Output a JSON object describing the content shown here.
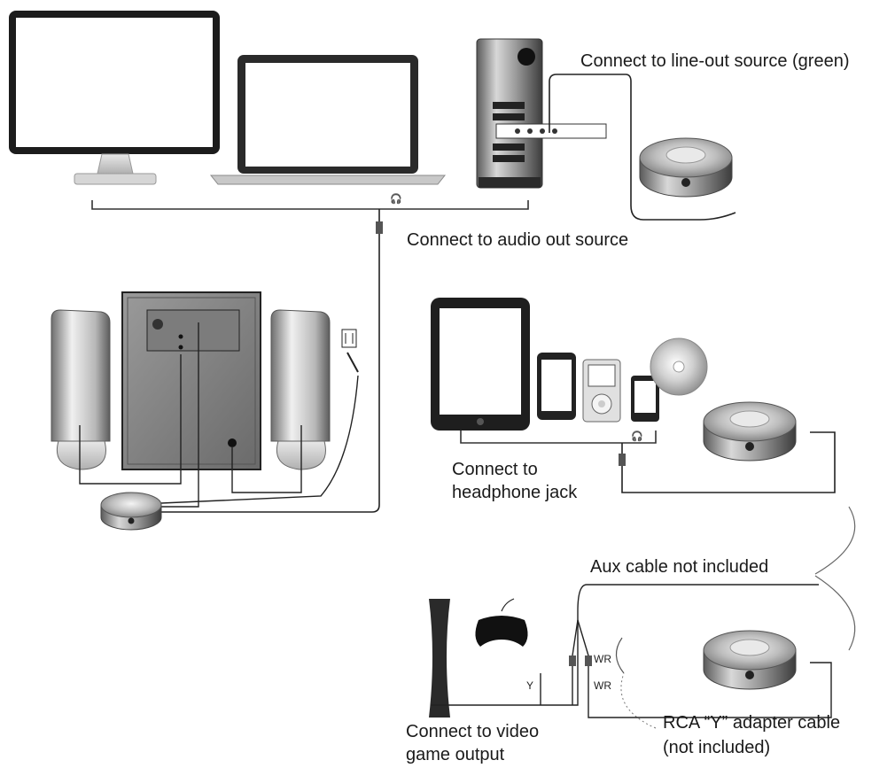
{
  "labels": {
    "line_out": "Connect to line-out source (green)",
    "audio_out": "Connect to audio out source",
    "headphone_line1": "Connect to",
    "headphone_line2": "headphone jack",
    "aux_cable": "Aux cable not included",
    "rca_line1": "RCA “Y” adapter cable",
    "rca_line2": "(not included)",
    "video_line1": "Connect to video",
    "video_line2": "game output"
  },
  "small_marks": {
    "wr_top": "WR",
    "wr_bottom": "WR",
    "y": "Y"
  },
  "icons": {
    "headphone": "headphone-icon"
  }
}
